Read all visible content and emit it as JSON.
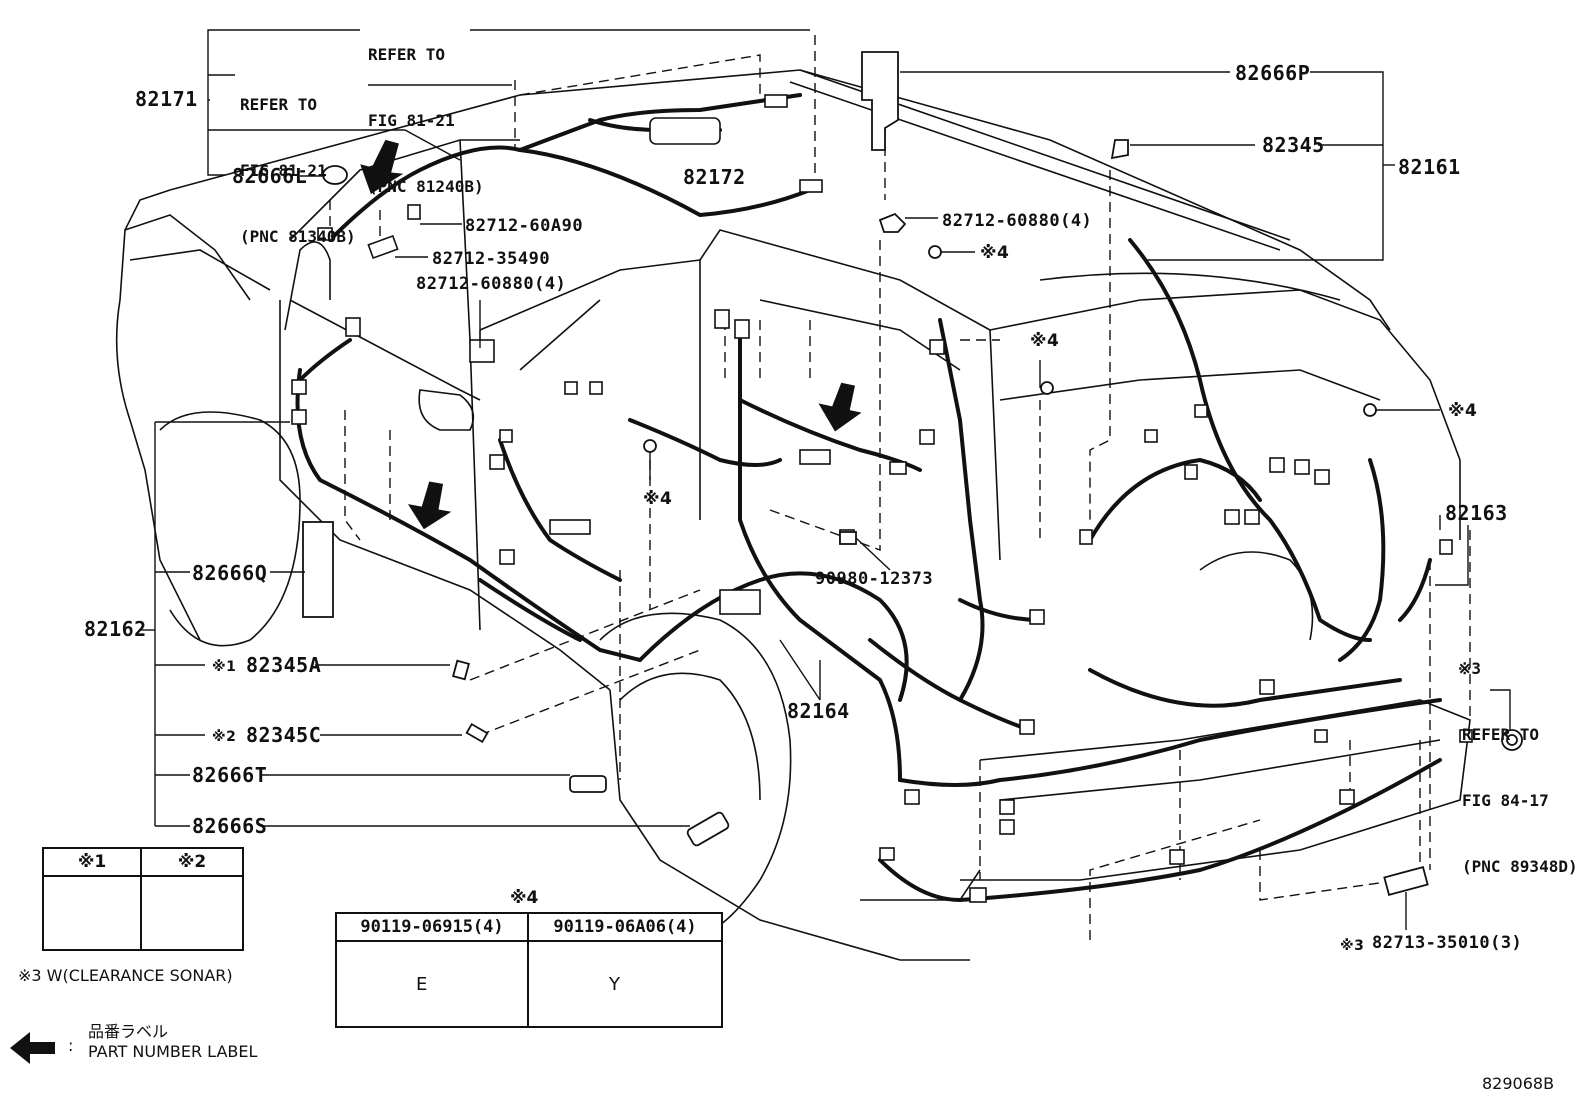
{
  "parts": {
    "p82171": "82171",
    "p82666L": "82666L",
    "p82172": "82172",
    "p82666P": "82666P",
    "p82345": "82345",
    "p82161": "82161",
    "p82712_60A90": "82712-60A90",
    "p82712_35490": "82712-35490",
    "p82712_60880_a": "82712-60880(4)",
    "p82712_60880_b": "82712-60880(4)",
    "p90980_12373": "90980-12373",
    "p82163": "82163",
    "p82162": "82162",
    "p82666Q": "82666Q",
    "p82345A": "82345A",
    "p82345C": "82345C",
    "p82666T": "82666T",
    "p82666S": "82666S",
    "p82164": "82164",
    "p82713": "82713-35010(3)"
  },
  "notes": {
    "n1": "※1",
    "n2": "※2",
    "n3": "※3",
    "n4": "※4"
  },
  "refs": {
    "ref1_line1": "REFER TO",
    "ref1_line2": "FIG 81-21",
    "ref1_line3": "(PNC 81240B)",
    "ref2_line1": "REFER TO",
    "ref2_line2": "FIG 81-21",
    "ref2_line3": "(PNC 81340B)",
    "ref3_line1": "REFER TO",
    "ref3_line2": "FIG 84-17",
    "ref3_line3": "(PNC 89348D)"
  },
  "legend": {
    "col1": "※1",
    "col2": "※2",
    "clearance": "※3 W(CLEARANCE SONAR)",
    "bolt_note": "※4",
    "bolt1": "90119-06915(4)",
    "bolt2": "90119-06A06(4)",
    "bolt1_letter": "E",
    "bolt2_letter": "Y",
    "label_jp": "品番ラベル",
    "label_en": "PART NUMBER LABEL",
    "label_colon": ":"
  },
  "figure_id": "829068B"
}
